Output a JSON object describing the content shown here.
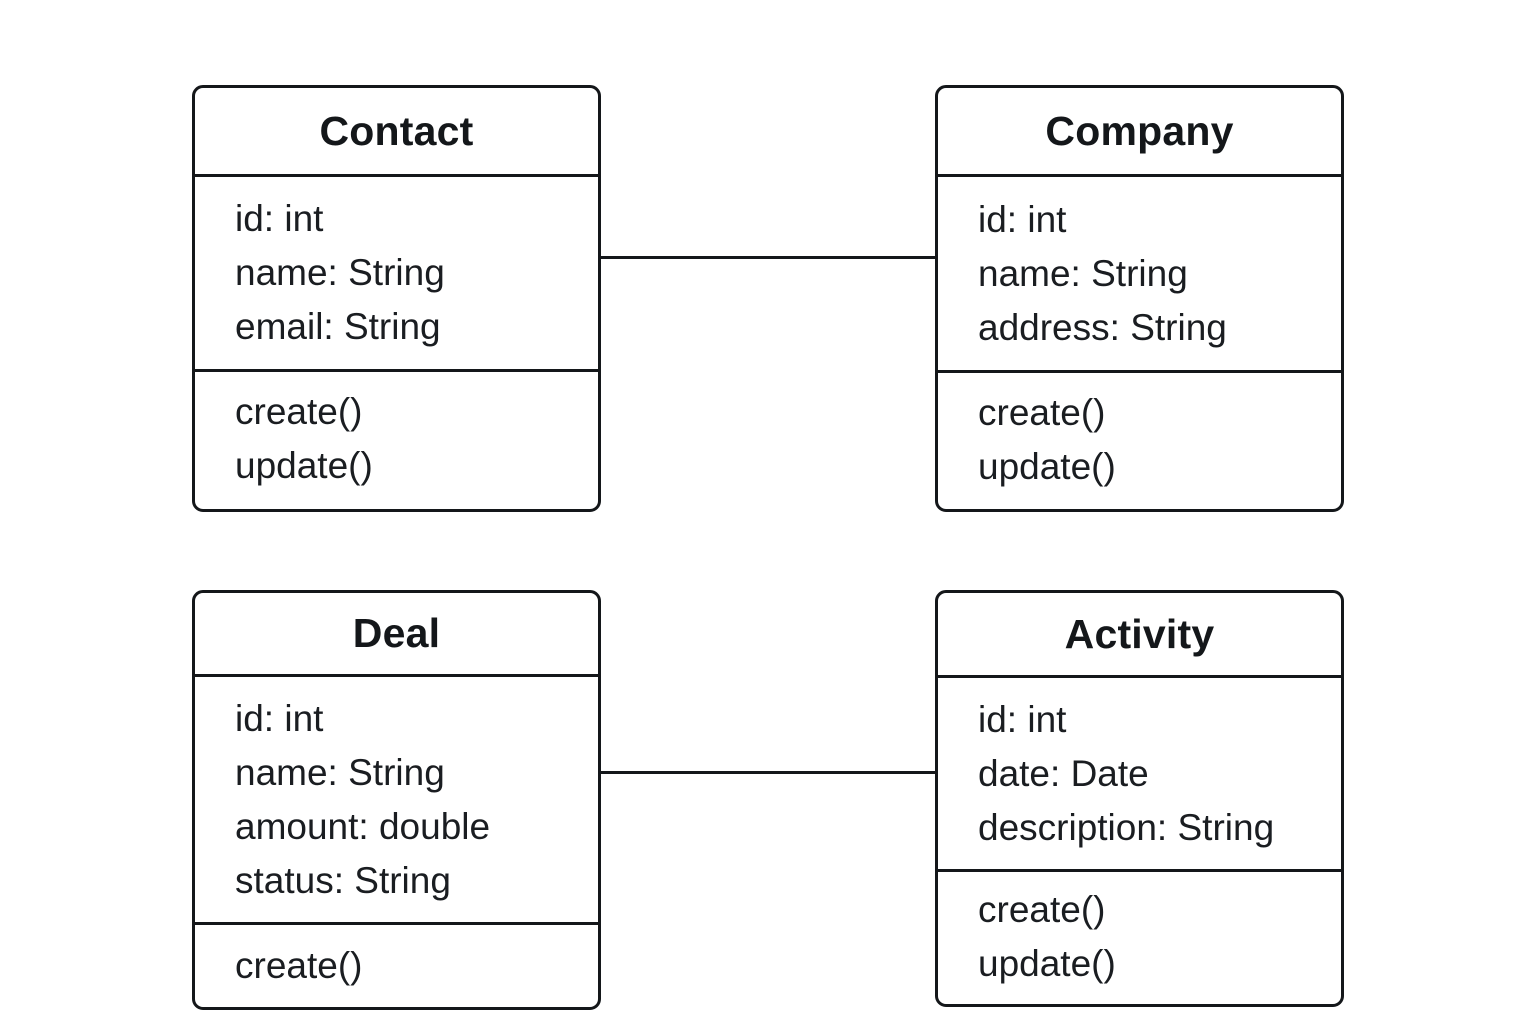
{
  "diagram": {
    "type": "uml-class-diagram",
    "background_color": "#ffffff",
    "line_color": "#14171a",
    "text_color": "#1a1d21"
  },
  "classes": [
    {
      "id": "contact",
      "name": "Contact",
      "attributes": [
        "id: int",
        "name: String",
        "email: String"
      ],
      "operations": [
        "create()",
        "update()"
      ]
    },
    {
      "id": "company",
      "name": "Company",
      "attributes": [
        "id: int",
        "name: String",
        "address: String"
      ],
      "operations": [
        "create()",
        "update()"
      ]
    },
    {
      "id": "deal",
      "name": "Deal",
      "attributes": [
        "id: int",
        "name: String",
        "amount: double",
        "status: String"
      ],
      "operations": [
        "create()"
      ]
    },
    {
      "id": "activity",
      "name": "Activity",
      "attributes": [
        "id: int",
        "date: Date",
        "description: String"
      ],
      "operations": [
        "create()",
        "update()"
      ]
    }
  ],
  "associations": [
    {
      "id": "contact-company",
      "from": "Contact",
      "to": "Company",
      "style": "solid-line",
      "label": ""
    },
    {
      "id": "deal-activity",
      "from": "Deal",
      "to": "Activity",
      "style": "solid-line",
      "label": ""
    }
  ]
}
